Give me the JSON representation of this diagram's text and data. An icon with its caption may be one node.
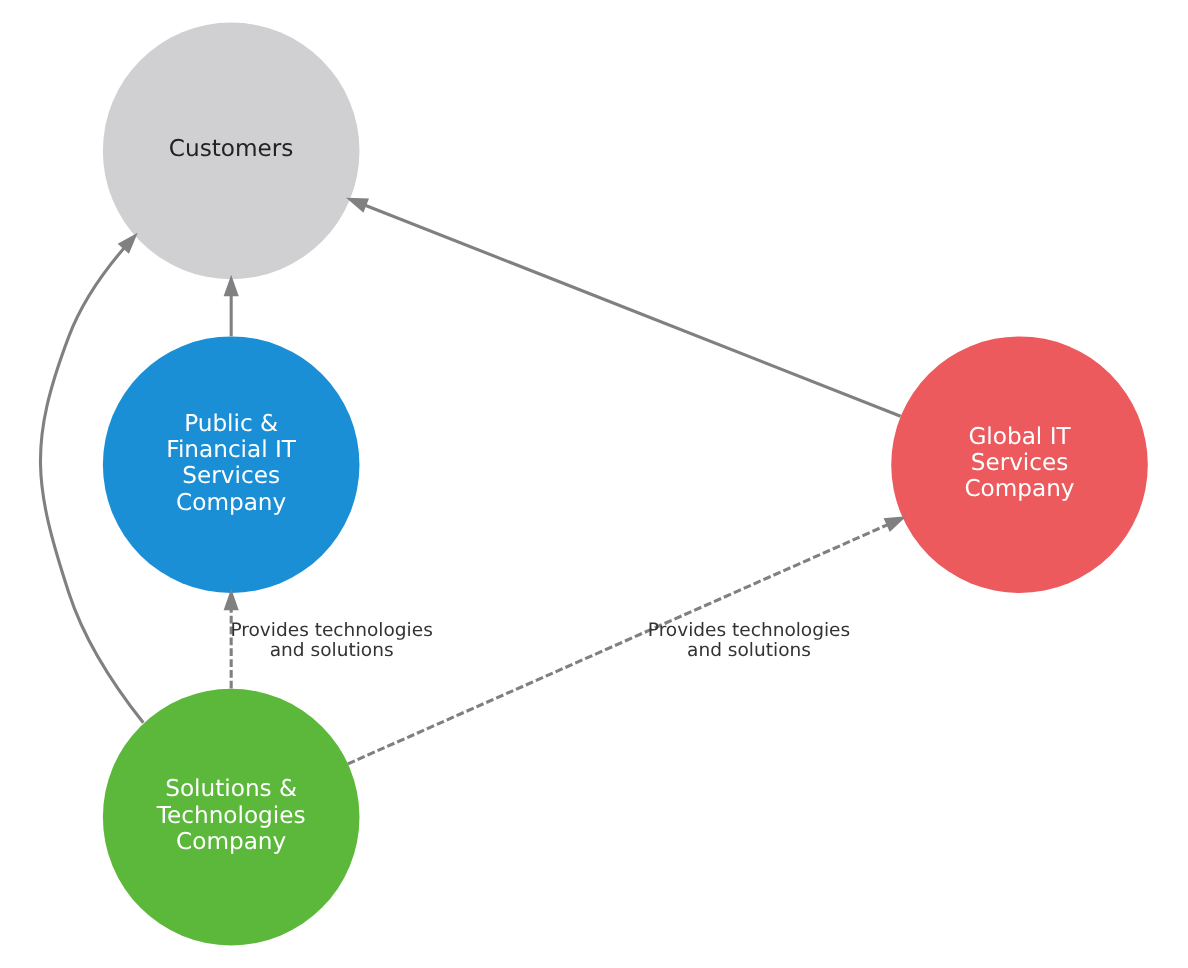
{
  "diagram": {
    "nodes": [
      {
        "text": [
          "Customers"
        ]
      },
      {
        "text": [
          "Public & Financial IT Services Company"
        ]
      },
      {
        "text": [
          "Global IT Services Company"
        ]
      },
      {
        "text": [
          "Solutions & Technologies Company"
        ]
      }
    ],
    "edges": [
      {
        "from": 1,
        "to": 0,
        "arrow": "to"
      },
      {
        "from": 3,
        "to": 0,
        "arrow": "to"
      },
      {
        "from": 2,
        "to": 0,
        "arrow": "to"
      },
      {
        "from": 3,
        "to": 1,
        "arrow": "to",
        "style": "dashed",
        "label": "Provides technologies and solutions"
      },
      {
        "from": 3,
        "to": 2,
        "arrow": "to",
        "style": "dashed",
        "label": "Provides technologies and solutions"
      }
    ]
  }
}
